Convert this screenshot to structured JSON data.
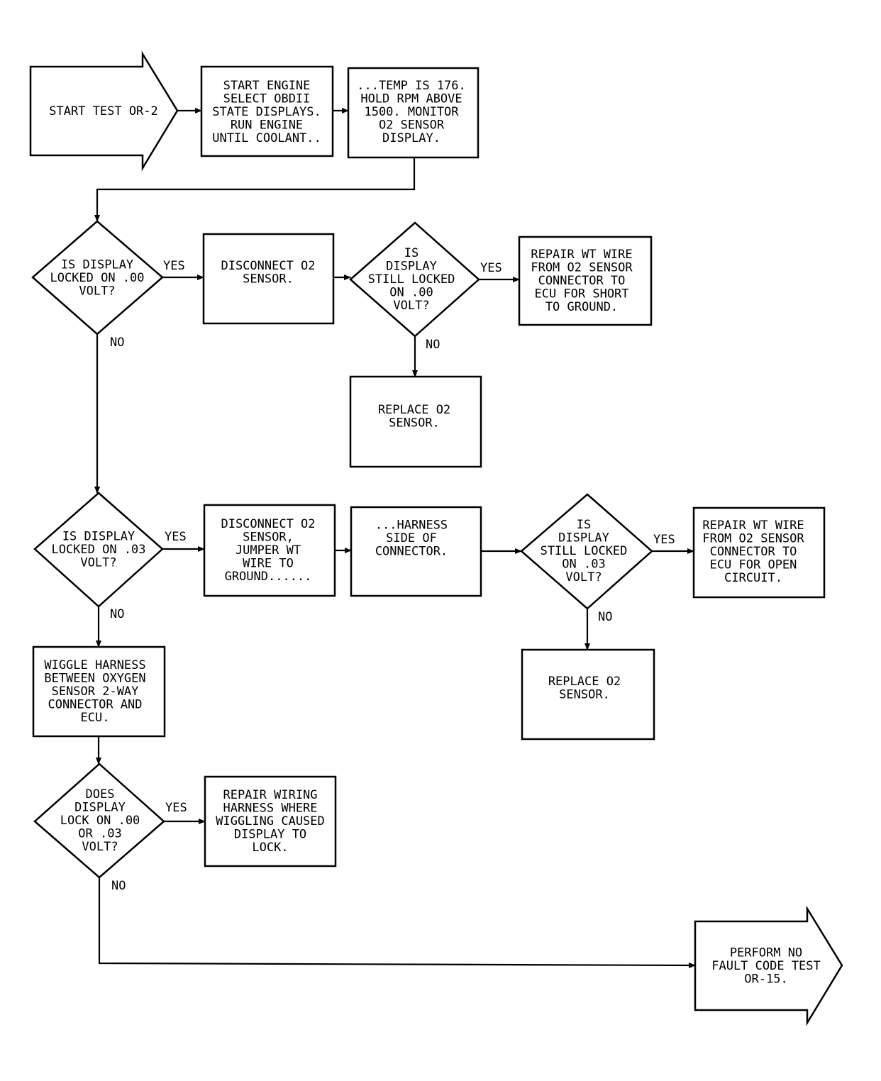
{
  "nodes": {
    "start": {
      "lines": [
        "START TEST OR-2"
      ]
    },
    "s1": {
      "lines": [
        "START ENGINE",
        "SELECT OBDII",
        "STATE DISPLAYS.",
        "RUN ENGINE",
        "UNTIL COOLANT.."
      ]
    },
    "s2": {
      "lines": [
        "...TEMP IS 176.",
        "HOLD RPM ABOVE",
        "1500. MONITOR",
        "O2 SENSOR",
        "DISPLAY."
      ]
    },
    "d1": {
      "lines": [
        "IS DISPLAY",
        "LOCKED ON .00",
        "VOLT?"
      ]
    },
    "b1": {
      "lines": [
        "DISCONNECT O2",
        "SENSOR."
      ]
    },
    "d2": {
      "lines": [
        "IS",
        "DISPLAY",
        "STILL LOCKED",
        "ON .00",
        "VOLT?"
      ]
    },
    "r1": {
      "lines": [
        "REPAIR WT WIRE",
        "FROM O2 SENSOR",
        "CONNECTOR TO",
        "ECU FOR SHORT",
        "TO GROUND."
      ]
    },
    "r2": {
      "lines": [
        "REPLACE O2",
        "SENSOR."
      ]
    },
    "d3": {
      "lines": [
        "IS DISPLAY",
        "LOCKED ON .03",
        "VOLT?"
      ]
    },
    "b2": {
      "lines": [
        "DISCONNECT O2",
        "SENSOR,",
        "JUMPER WT",
        "WIRE TO",
        "GROUND......"
      ]
    },
    "b3": {
      "lines": [
        "...HARNESS",
        "SIDE OF",
        "CONNECTOR."
      ]
    },
    "d4": {
      "lines": [
        "IS",
        "DISPLAY",
        "STILL LOCKED",
        "ON .03",
        "VOLT?"
      ]
    },
    "r3": {
      "lines": [
        "REPAIR WT WIRE",
        "FROM O2 SENSOR",
        "CONNECTOR TO",
        "ECU FOR OPEN",
        "CIRCUIT."
      ]
    },
    "r4": {
      "lines": [
        "REPLACE O2",
        "SENSOR."
      ]
    },
    "b4": {
      "lines": [
        "WIGGLE HARNESS",
        "BETWEEN OXYGEN",
        "SENSOR 2-WAY",
        "CONNECTOR AND",
        "ECU."
      ]
    },
    "d5": {
      "lines": [
        "DOES",
        "DISPLAY",
        "LOCK ON .00",
        "OR .03",
        "VOLT?"
      ]
    },
    "r5": {
      "lines": [
        "REPAIR WIRING",
        "HARNESS WHERE",
        "WIGGLING CAUSED",
        "DISPLAY TO",
        "LOCK."
      ]
    },
    "end": {
      "lines": [
        "PERFORM NO",
        "FAULT CODE TEST",
        "OR-15."
      ]
    }
  },
  "edges": {
    "yes": "YES",
    "no": "NO"
  }
}
